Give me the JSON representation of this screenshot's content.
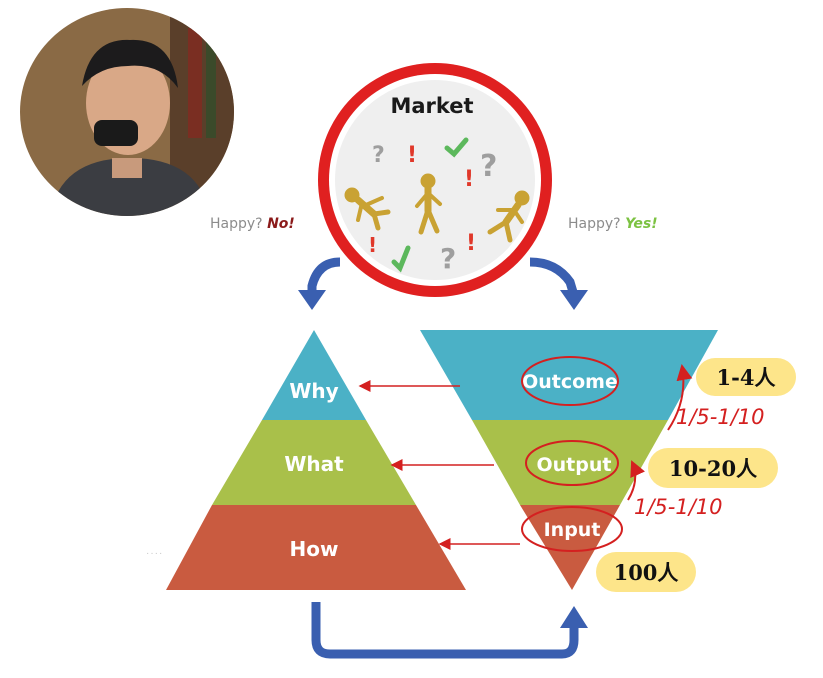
{
  "market": {
    "title": "Market"
  },
  "happy_left": {
    "question": "Happy?",
    "answer": "No!"
  },
  "happy_right": {
    "question": "Happy?",
    "answer": "Yes!"
  },
  "pyramid": {
    "levels": [
      "Why",
      "What",
      "How"
    ]
  },
  "funnel": {
    "levels": [
      "Outcome",
      "Output",
      "Input"
    ]
  },
  "badges": {
    "top": "1-4人",
    "middle": "10-20人",
    "bottom": "100人"
  },
  "ratios": {
    "upper": "1/5-1/10",
    "lower": "1/5-1/10"
  },
  "colors": {
    "market_ring": "#e02020",
    "teal": "#4bb1c6",
    "green": "#a9c04a",
    "rust": "#c95b40",
    "arrow_blue": "#3a5fb0",
    "badge": "#fde58a",
    "annotation_red": "#d42020"
  },
  "icons": [
    "webcam-presenter",
    "question-mark-icon",
    "exclamation-icon",
    "checkmark-icon",
    "person-figure-icon"
  ]
}
